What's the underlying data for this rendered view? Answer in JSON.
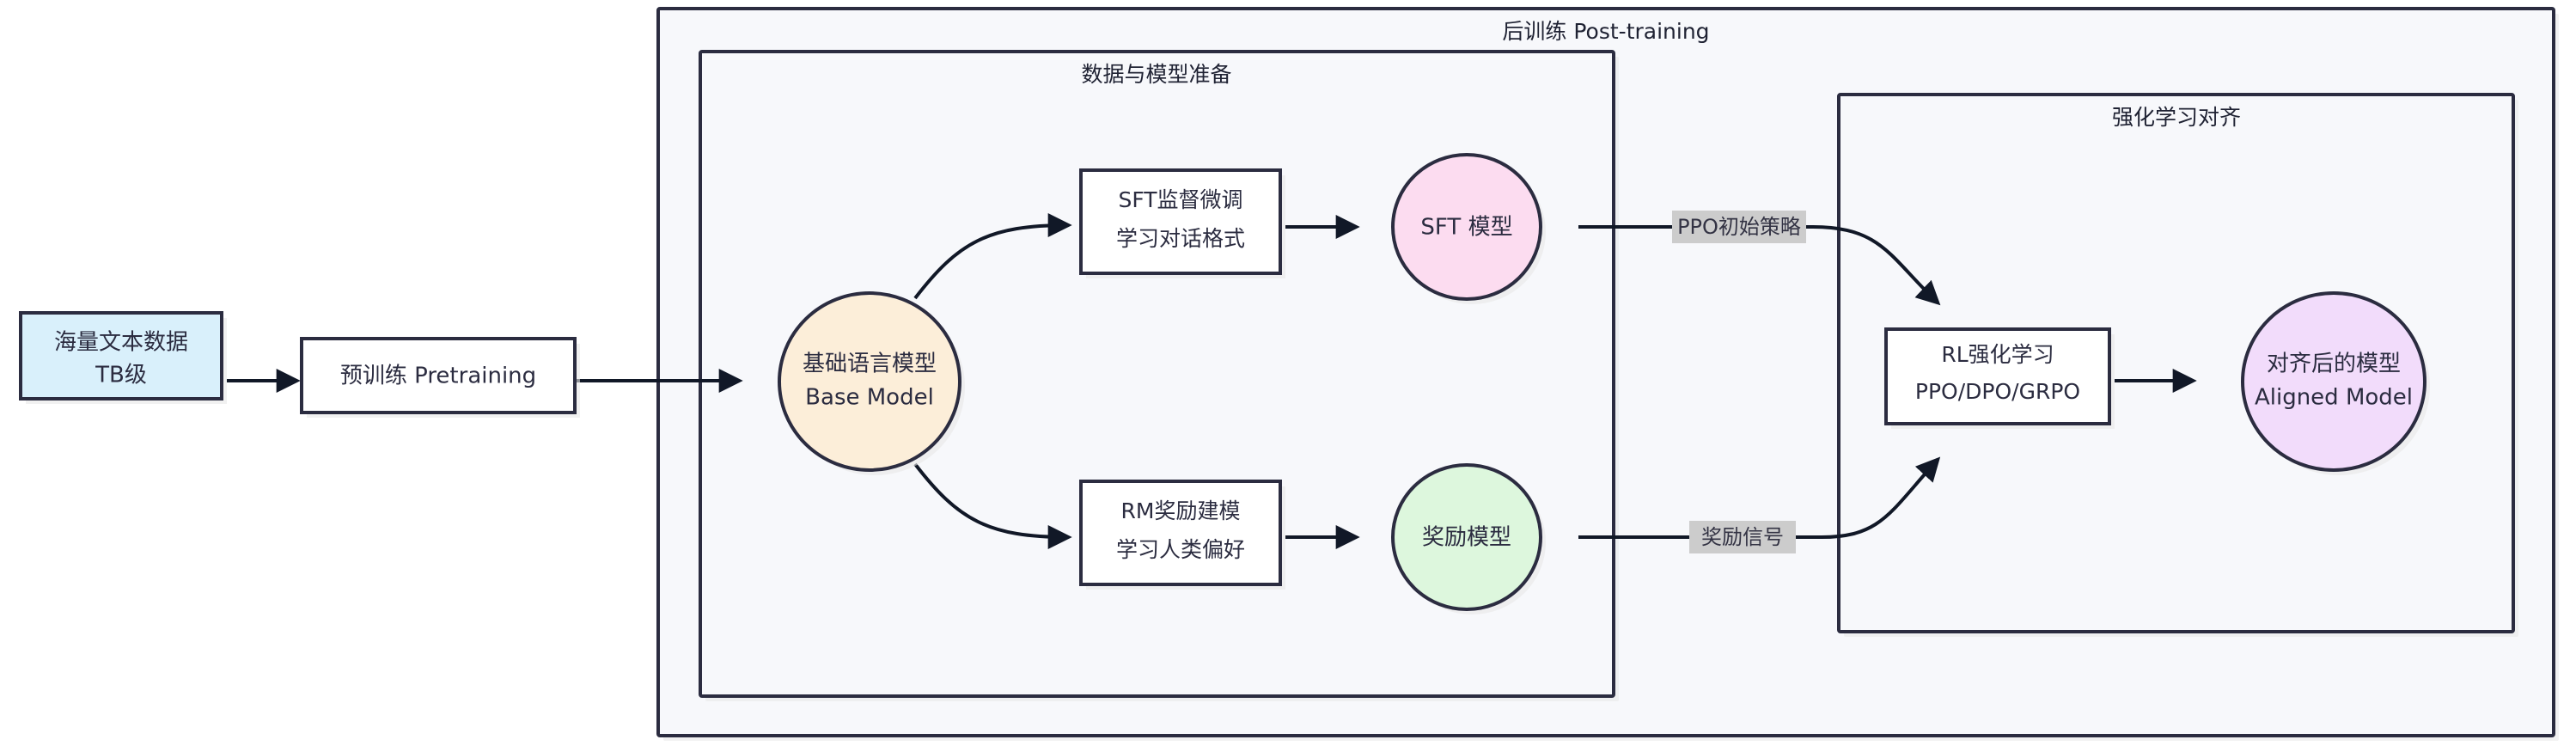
{
  "diagram": {
    "title": "LLM Training Pipeline Flowchart",
    "background": "#ffffff",
    "accent_stroke": "#2b2c40",
    "edge_color": "#111827",
    "groups": [
      {
        "id": "post_training",
        "label": "后训练 Post-training",
        "fill": "#f7f8fb"
      },
      {
        "id": "data_model_prep",
        "label": "数据与模型准备",
        "fill": "#f7f8fb"
      },
      {
        "id": "rl_alignment",
        "label": "强化学习对齐",
        "fill": "#f7f8fb"
      }
    ],
    "nodes": [
      {
        "id": "corpus",
        "shape": "rect",
        "line1": "海量文本数据",
        "line2": "TB级",
        "fill": "#d9f0fb"
      },
      {
        "id": "pretrain",
        "shape": "rect",
        "line1": "预训练 Pretraining",
        "line2": "",
        "fill": "#ffffff"
      },
      {
        "id": "base_model",
        "shape": "ellipse",
        "line1": "基础语言模型",
        "line2": "Base Model",
        "fill": "#fceed9"
      },
      {
        "id": "sft_step",
        "shape": "rect",
        "line1": "SFT监督微调",
        "line2": "学习对话格式",
        "fill": "#ffffff"
      },
      {
        "id": "sft_model",
        "shape": "ellipse",
        "line1": "SFT 模型",
        "line2": "",
        "fill": "#fcdcf0"
      },
      {
        "id": "rm_step",
        "shape": "rect",
        "line1": "RM奖励建模",
        "line2": "学习人类偏好",
        "fill": "#ffffff"
      },
      {
        "id": "reward_model",
        "shape": "ellipse",
        "line1": "奖励模型",
        "line2": "",
        "fill": "#ddf7dd"
      },
      {
        "id": "rl_step",
        "shape": "rect",
        "line1": "RL强化学习",
        "line2": "PPO/DPO/GRPO",
        "fill": "#ffffff"
      },
      {
        "id": "aligned",
        "shape": "ellipse",
        "line1": "对齐后的模型",
        "line2": "Aligned Model",
        "fill": "#f2dcfb"
      }
    ],
    "edge_labels": [
      {
        "id": "ppo_init_policy",
        "text": "PPO初始策略",
        "bg": "#cccccc"
      },
      {
        "id": "reward_signal",
        "text": "奖励信号",
        "bg": "#cccccc"
      }
    ]
  }
}
